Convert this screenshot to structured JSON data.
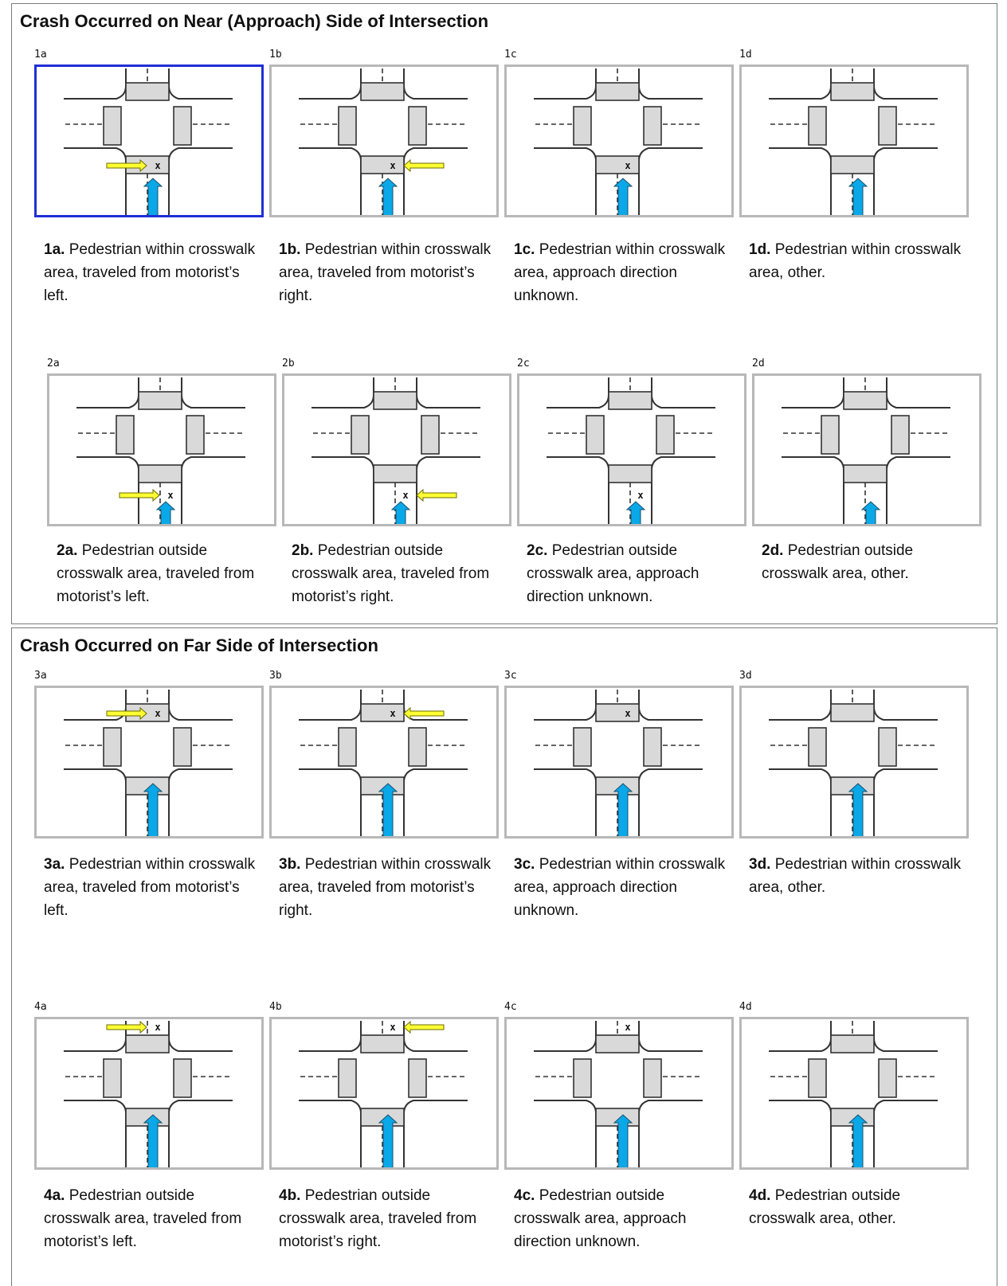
{
  "sections": [
    {
      "id": "near",
      "title": "Crash Occurred on Near (Approach) Side of Intersection",
      "panels": [
        {
          "id": "1a",
          "label": "1a.",
          "text": " Pedestrian within crosswalk area, traveled from motorist’s left.",
          "crosswalk_side": "near",
          "location": "within",
          "ped_direction": "from-left",
          "selected": true
        },
        {
          "id": "1b",
          "label": "1b.",
          "text": " Pedestrian within crosswalk area, traveled from motorist’s right.",
          "crosswalk_side": "near",
          "location": "within",
          "ped_direction": "from-right",
          "selected": false
        },
        {
          "id": "1c",
          "label": "1c.",
          "text": " Pedestrian within crosswalk area, approach direction unknown.",
          "crosswalk_side": "near",
          "location": "within",
          "ped_direction": "unknown",
          "selected": false
        },
        {
          "id": "1d",
          "label": "1d.",
          "text": " Pedestrian within crosswalk area, other.",
          "crosswalk_side": "near",
          "location": "within",
          "ped_direction": "other",
          "selected": false
        },
        {
          "id": "2a",
          "label": "2a.",
          "text": " Pedestrian outside crosswalk area, traveled from motorist’s left.",
          "crosswalk_side": "near",
          "location": "outside",
          "ped_direction": "from-left",
          "selected": false
        },
        {
          "id": "2b",
          "label": "2b.",
          "text": " Pedestrian outside crosswalk area, traveled from motorist’s right.",
          "crosswalk_side": "near",
          "location": "outside",
          "ped_direction": "from-right",
          "selected": false
        },
        {
          "id": "2c",
          "label": "2c.",
          "text": " Pedestrian outside crosswalk area, approach direction unknown.",
          "crosswalk_side": "near",
          "location": "outside",
          "ped_direction": "unknown",
          "selected": false
        },
        {
          "id": "2d",
          "label": "2d.",
          "text": " Pedestrian outside crosswalk area, other.",
          "crosswalk_side": "near",
          "location": "outside",
          "ped_direction": "other",
          "selected": false
        }
      ]
    },
    {
      "id": "far",
      "title": "Crash Occurred on Far Side of Intersection",
      "panels": [
        {
          "id": "3a",
          "label": "3a.",
          "text": " Pedestrian within crosswalk area, traveled from motorist’s left.",
          "crosswalk_side": "far",
          "location": "within",
          "ped_direction": "from-left",
          "selected": false
        },
        {
          "id": "3b",
          "label": "3b.",
          "text": " Pedestrian within crosswalk area, traveled from motorist’s right.",
          "crosswalk_side": "far",
          "location": "within",
          "ped_direction": "from-right",
          "selected": false
        },
        {
          "id": "3c",
          "label": "3c.",
          "text": " Pedestrian within crosswalk area, approach direction unknown.",
          "crosswalk_side": "far",
          "location": "within",
          "ped_direction": "unknown",
          "selected": false
        },
        {
          "id": "3d",
          "label": "3d.",
          "text": " Pedestrian within crosswalk area, other.",
          "crosswalk_side": "far",
          "location": "within",
          "ped_direction": "other",
          "selected": false
        },
        {
          "id": "4a",
          "label": "4a.",
          "text": " Pedestrian outside crosswalk area, traveled from motorist’s left.",
          "crosswalk_side": "far",
          "location": "outside",
          "ped_direction": "from-left",
          "selected": false
        },
        {
          "id": "4b",
          "label": "4b.",
          "text": " Pedestrian outside crosswalk area, traveled from motorist’s right.",
          "crosswalk_side": "far",
          "location": "outside",
          "ped_direction": "from-right",
          "selected": false
        },
        {
          "id": "4c",
          "label": "4c.",
          "text": " Pedestrian outside crosswalk area, approach direction unknown.",
          "crosswalk_side": "far",
          "location": "outside",
          "ped_direction": "unknown",
          "selected": false
        },
        {
          "id": "4d",
          "label": "4d.",
          "text": " Pedestrian outside crosswalk area, other.",
          "crosswalk_side": "far",
          "location": "outside",
          "ped_direction": "other",
          "selected": false
        }
      ]
    }
  ],
  "crash_marker": "x",
  "colors": {
    "pedestrian_arrow": "#ffff33",
    "vehicle_arrow": "#0aa8e8",
    "crosswalk_fill": "#d9d9d9",
    "selected_border": "#1f2ed6",
    "frame_border": "#b8b8b8"
  }
}
